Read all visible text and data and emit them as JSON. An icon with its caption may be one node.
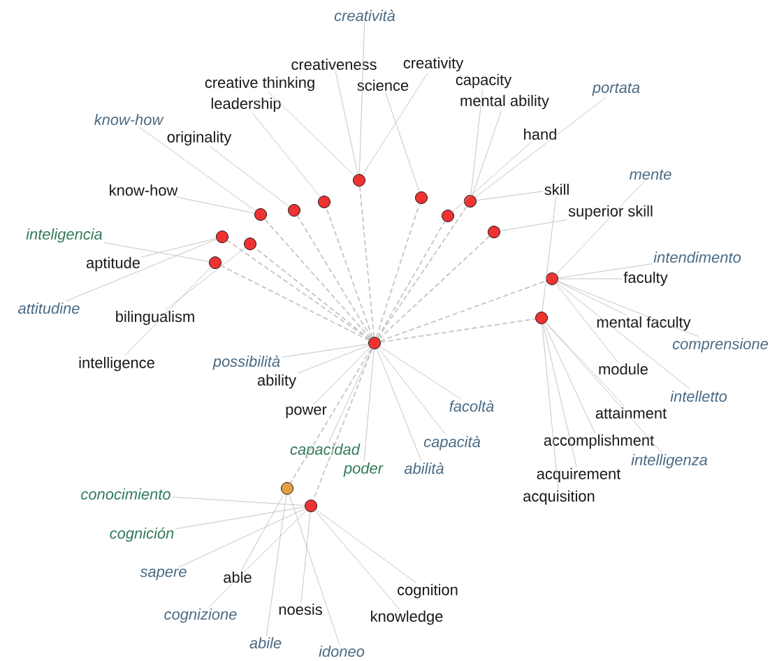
{
  "diagram": {
    "nodes": [
      {
        "text": [
          "creatività"
        ]
      },
      {
        "text": [
          "creativeness"
        ]
      },
      {
        "text": [
          "creativity"
        ]
      },
      {
        "text": [
          "creative thinking"
        ]
      },
      {
        "text": [
          "science"
        ]
      },
      {
        "text": [
          "capacity"
        ]
      },
      {
        "text": [
          "portata"
        ]
      },
      {
        "text": [
          "mental ability"
        ]
      },
      {
        "text": [
          "leadership"
        ]
      },
      {
        "text": [
          "know-how"
        ]
      },
      {
        "text": [
          "hand"
        ]
      },
      {
        "text": [
          "originality"
        ]
      },
      {
        "text": [
          "mente"
        ]
      },
      {
        "text": [],
        "shape": "circle"
      },
      {
        "text": [
          "skill"
        ]
      },
      {
        "text": [
          "know-how"
        ]
      },
      {
        "text": [],
        "shape": "circle"
      },
      {
        "text": [],
        "shape": "circle"
      },
      {
        "text": [],
        "shape": "circle"
      },
      {
        "text": [],
        "shape": "circle"
      },
      {
        "text": [
          "superior skill"
        ]
      },
      {
        "text": [],
        "shape": "circle"
      },
      {
        "text": [],
        "shape": "circle"
      },
      {
        "text": [],
        "shape": "circle"
      },
      {
        "text": [
          "inteligencia"
        ]
      },
      {
        "text": [],
        "shape": "circle"
      },
      {
        "text": [],
        "shape": "circle"
      },
      {
        "text": [
          "intendimento"
        ]
      },
      {
        "text": [],
        "shape": "circle"
      },
      {
        "text": [
          "aptitude"
        ]
      },
      {
        "text": [
          "faculty"
        ]
      },
      {
        "text": [],
        "shape": "circle"
      },
      {
        "text": [
          "attitudine"
        ]
      },
      {
        "text": [
          "bilingualism"
        ]
      },
      {
        "text": [],
        "shape": "circle"
      },
      {
        "text": [
          "mental faculty"
        ]
      },
      {
        "text": [],
        "shape": "circle"
      },
      {
        "text": [
          "comprensione"
        ]
      },
      {
        "text": [
          "possibilità"
        ]
      },
      {
        "text": [
          "intelligence"
        ]
      },
      {
        "text": [
          "module"
        ]
      },
      {
        "text": [
          "ability"
        ]
      },
      {
        "text": [
          "intelletto"
        ]
      },
      {
        "text": [
          "facoltà"
        ]
      },
      {
        "text": [
          "power"
        ]
      },
      {
        "text": [
          "attainment"
        ]
      },
      {
        "text": [
          "capacità"
        ]
      },
      {
        "text": [
          "accomplishment"
        ]
      },
      {
        "text": [
          "capacidad"
        ]
      },
      {
        "text": [
          "intelligenza"
        ]
      },
      {
        "text": [
          "poder"
        ]
      },
      {
        "text": [
          "abilità"
        ]
      },
      {
        "text": [
          "acquirement"
        ]
      },
      {
        "text": [],
        "shape": "circle"
      },
      {
        "text": [
          "conocimiento"
        ]
      },
      {
        "text": [
          "acquisition"
        ]
      },
      {
        "text": [],
        "shape": "circle"
      },
      {
        "text": [
          "cognición"
        ]
      },
      {
        "text": [
          "sapere"
        ]
      },
      {
        "text": [
          "able"
        ]
      },
      {
        "text": [
          "cognition"
        ]
      },
      {
        "text": [
          "noesis"
        ]
      },
      {
        "text": [
          "knowledge"
        ]
      },
      {
        "text": [
          "cognizione"
        ]
      },
      {
        "text": [
          "abile"
        ]
      },
      {
        "text": [
          "idoneo"
        ]
      }
    ],
    "edges": [
      {
        "from": 13,
        "to": 3,
        "arrow": "none"
      },
      {
        "from": 13,
        "to": 1,
        "arrow": "none"
      },
      {
        "from": 13,
        "to": 0,
        "arrow": "none"
      },
      {
        "from": 13,
        "to": 2,
        "arrow": "none"
      },
      {
        "from": 16,
        "to": 4,
        "arrow": "none"
      },
      {
        "from": 17,
        "to": 5,
        "arrow": "none"
      },
      {
        "from": 17,
        "to": 7,
        "arrow": "none"
      },
      {
        "from": 17,
        "to": 6,
        "arrow": "none"
      },
      {
        "from": 17,
        "to": 14,
        "arrow": "none"
      },
      {
        "from": 22,
        "to": 10,
        "arrow": "none"
      },
      {
        "from": 18,
        "to": 8,
        "arrow": "none"
      },
      {
        "from": 19,
        "to": 11,
        "arrow": "none"
      },
      {
        "from": 21,
        "to": 15,
        "arrow": "none"
      },
      {
        "from": 21,
        "to": 9,
        "arrow": "none"
      },
      {
        "from": 23,
        "to": 20,
        "arrow": "none"
      },
      {
        "from": 31,
        "to": 12,
        "arrow": "none"
      },
      {
        "from": 31,
        "to": 27,
        "arrow": "none"
      },
      {
        "from": 31,
        "to": 30,
        "arrow": "none"
      },
      {
        "from": 31,
        "to": 35,
        "arrow": "none"
      },
      {
        "from": 31,
        "to": 37,
        "arrow": "none"
      },
      {
        "from": 31,
        "to": 40,
        "arrow": "none"
      },
      {
        "from": 31,
        "to": 42,
        "arrow": "none"
      },
      {
        "from": 34,
        "to": 14,
        "arrow": "none"
      },
      {
        "from": 34,
        "to": 45,
        "arrow": "none"
      },
      {
        "from": 34,
        "to": 47,
        "arrow": "none"
      },
      {
        "from": 34,
        "to": 49,
        "arrow": "none"
      },
      {
        "from": 34,
        "to": 52,
        "arrow": "none"
      },
      {
        "from": 34,
        "to": 55,
        "arrow": "none"
      },
      {
        "from": 25,
        "to": 29,
        "arrow": "none"
      },
      {
        "from": 25,
        "to": 32,
        "arrow": "none"
      },
      {
        "from": 26,
        "to": 33,
        "arrow": "none"
      },
      {
        "from": 28,
        "to": 24,
        "arrow": "none"
      },
      {
        "from": 28,
        "to": 39,
        "arrow": "none"
      },
      {
        "from": 36,
        "to": 38,
        "arrow": "none"
      },
      {
        "from": 36,
        "to": 41,
        "arrow": "none"
      },
      {
        "from": 36,
        "to": 44,
        "arrow": "none"
      },
      {
        "from": 36,
        "to": 48,
        "arrow": "none"
      },
      {
        "from": 36,
        "to": 50,
        "arrow": "none"
      },
      {
        "from": 36,
        "to": 51,
        "arrow": "none"
      },
      {
        "from": 36,
        "to": 46,
        "arrow": "none"
      },
      {
        "from": 36,
        "to": 43,
        "arrow": "none"
      },
      {
        "from": 53,
        "to": 59,
        "arrow": "none"
      },
      {
        "from": 53,
        "to": 64,
        "arrow": "none"
      },
      {
        "from": 53,
        "to": 65,
        "arrow": "none"
      },
      {
        "from": 56,
        "to": 54,
        "arrow": "none"
      },
      {
        "from": 56,
        "to": 57,
        "arrow": "none"
      },
      {
        "from": 56,
        "to": 58,
        "arrow": "none"
      },
      {
        "from": 56,
        "to": 63,
        "arrow": "none"
      },
      {
        "from": 56,
        "to": 61,
        "arrow": "none"
      },
      {
        "from": 56,
        "to": 62,
        "arrow": "none"
      },
      {
        "from": 56,
        "to": 60,
        "arrow": "none"
      },
      {
        "from": 36,
        "to": 13,
        "arrow": "none",
        "style": "dashed"
      },
      {
        "from": 36,
        "to": 16,
        "arrow": "none",
        "style": "dashed"
      },
      {
        "from": 36,
        "to": 17,
        "arrow": "none",
        "style": "dashed"
      },
      {
        "from": 36,
        "to": 18,
        "arrow": "none",
        "style": "dashed"
      },
      {
        "from": 36,
        "to": 19,
        "arrow": "none",
        "style": "dashed"
      },
      {
        "from": 36,
        "to": 21,
        "arrow": "none",
        "style": "dashed"
      },
      {
        "from": 36,
        "to": 22,
        "arrow": "none",
        "style": "dashed"
      },
      {
        "from": 36,
        "to": 23,
        "arrow": "none",
        "style": "dashed"
      },
      {
        "from": 36,
        "to": 25,
        "arrow": "none",
        "style": "dashed"
      },
      {
        "from": 36,
        "to": 26,
        "arrow": "none",
        "style": "dashed"
      },
      {
        "from": 36,
        "to": 28,
        "arrow": "none",
        "style": "dashed"
      },
      {
        "from": 36,
        "to": 31,
        "arrow": "none",
        "style": "dashed"
      },
      {
        "from": 36,
        "to": 34,
        "arrow": "none",
        "style": "dashed"
      },
      {
        "from": 36,
        "to": 53,
        "arrow": "none",
        "style": "dashed"
      },
      {
        "from": 36,
        "to": 56,
        "arrow": "none",
        "style": "dashed"
      }
    ]
  }
}
